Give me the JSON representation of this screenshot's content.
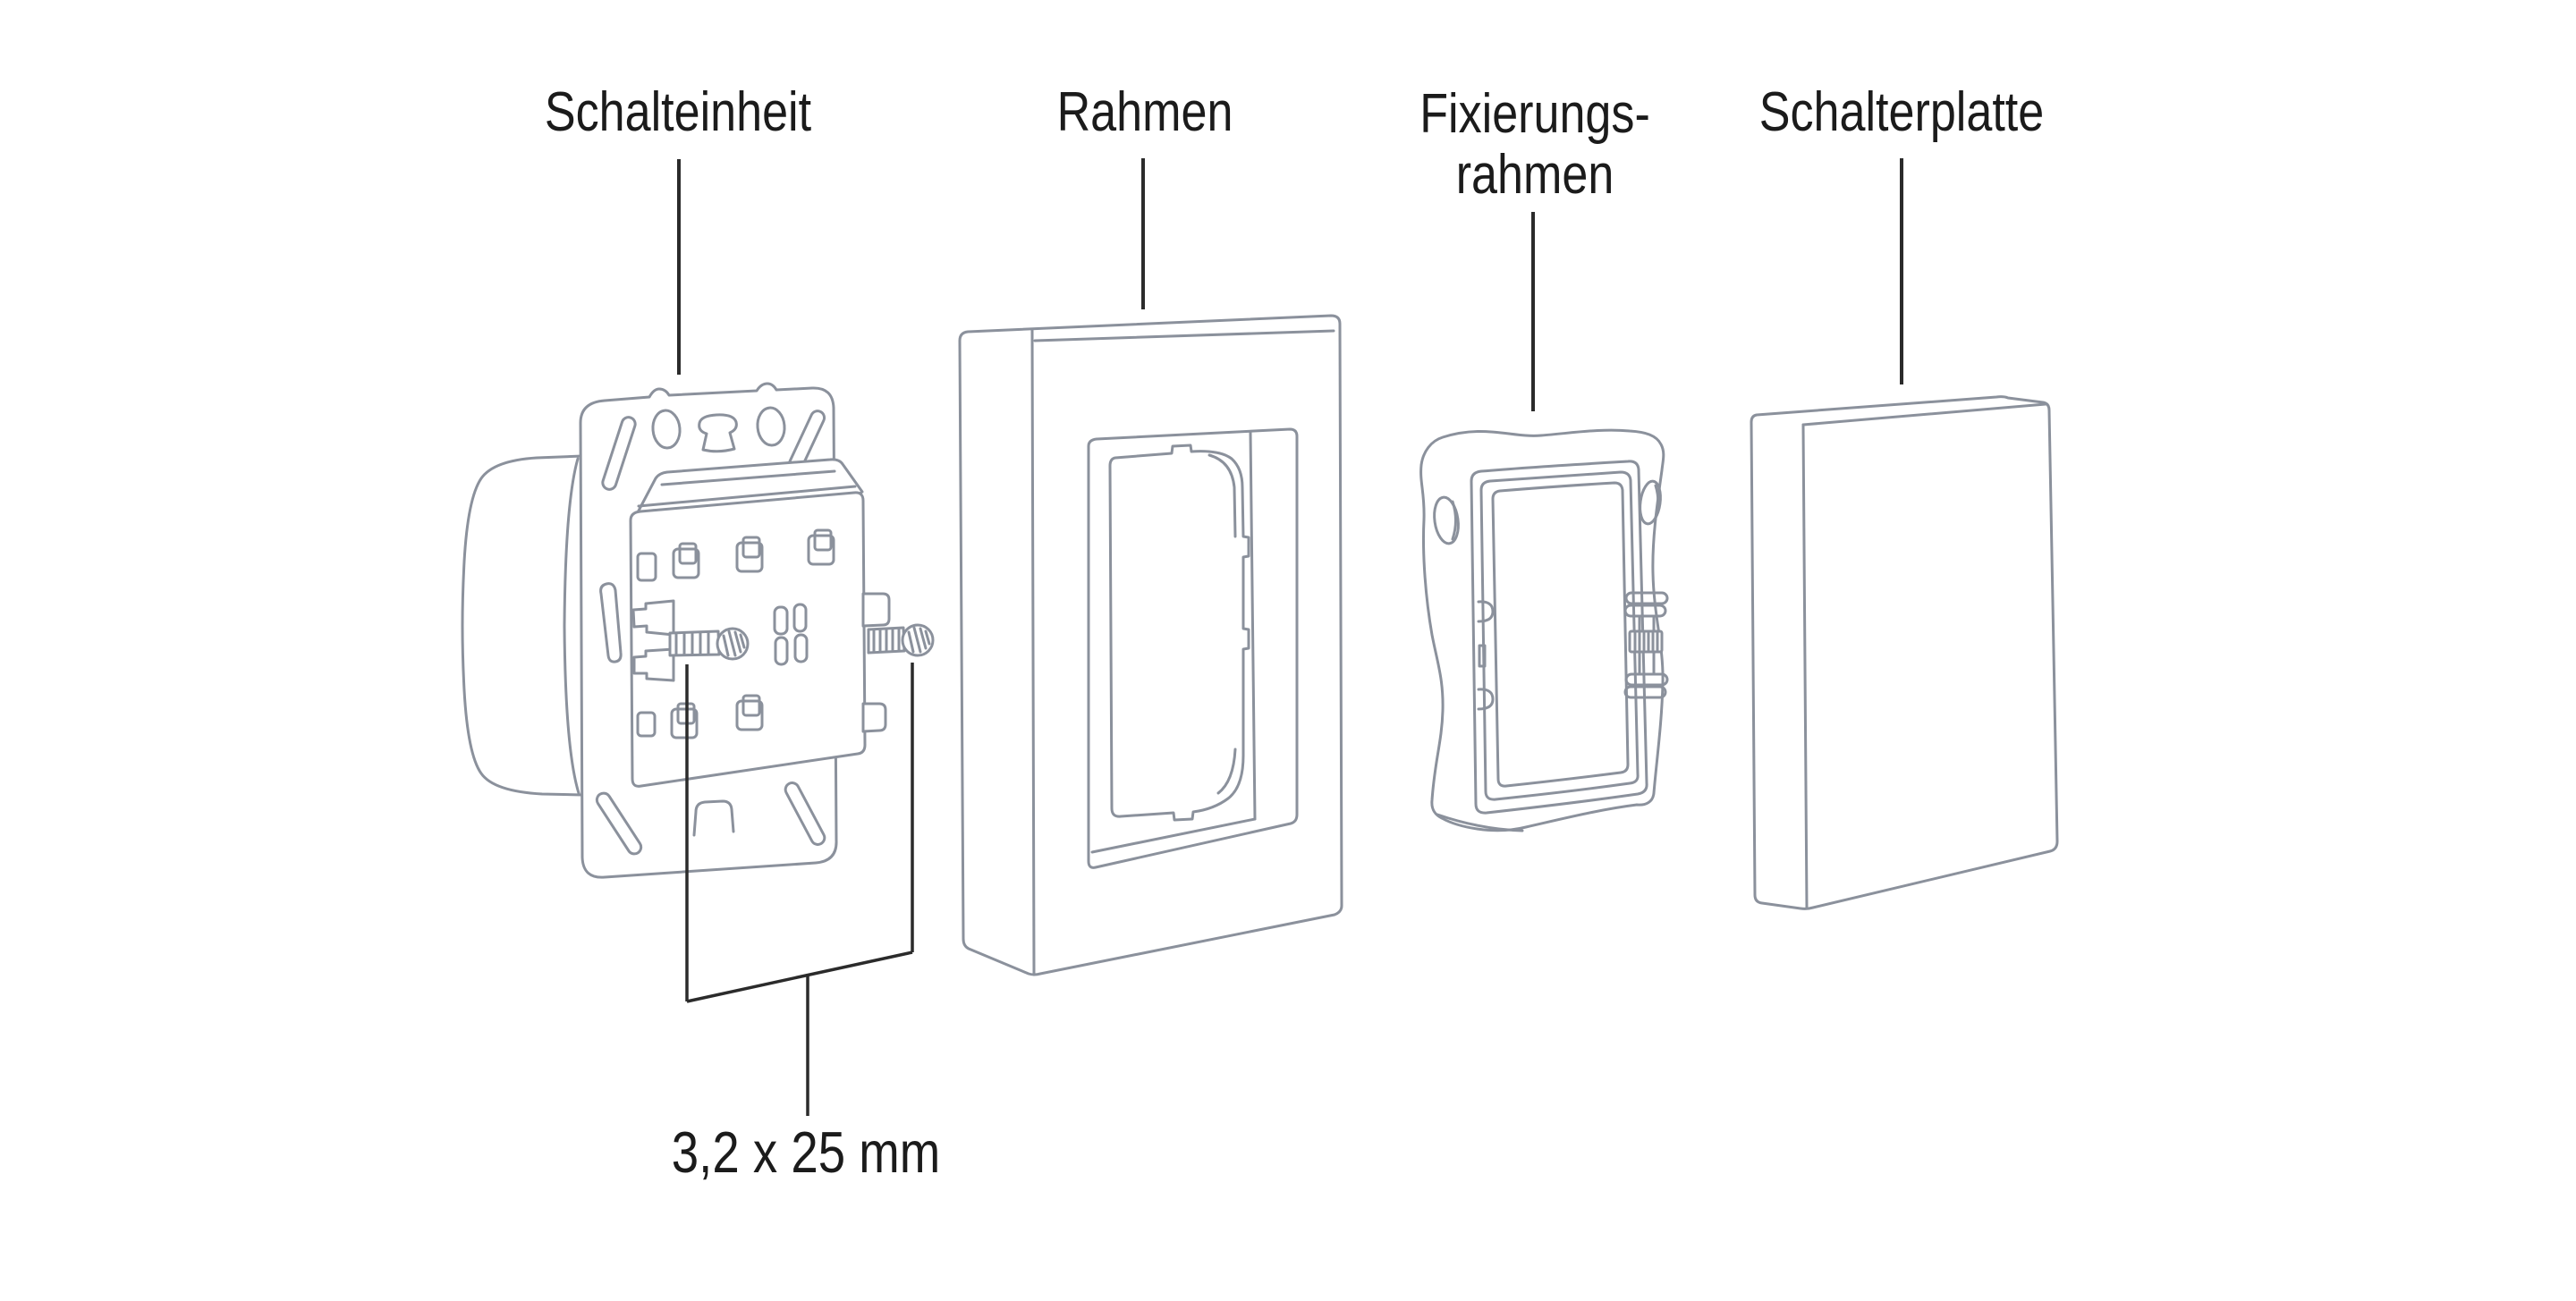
{
  "diagram": {
    "title": "Exploded view of a flush-mounted light switch assembly",
    "background": "#ffffff",
    "colors": {
      "part_outline": "#8b919c",
      "leader_line": "#2b2b2b",
      "label_text": "#1b1b1b"
    },
    "labels": {
      "schalteinheit": "Schalteinheit",
      "rahmen": "Rahmen",
      "fixierungsrahmen_line1": "Fixierungs-",
      "fixierungsrahmen_line2": "rahmen",
      "schalterplatte": "Schalterplatte",
      "screw_dimension": "3,2 x 25 mm"
    },
    "parts": [
      {
        "name": "Schalteinheit"
      },
      {
        "name": "Rahmen"
      },
      {
        "name": "Fixierungsrahmen"
      },
      {
        "name": "Schalterplatte"
      }
    ]
  }
}
